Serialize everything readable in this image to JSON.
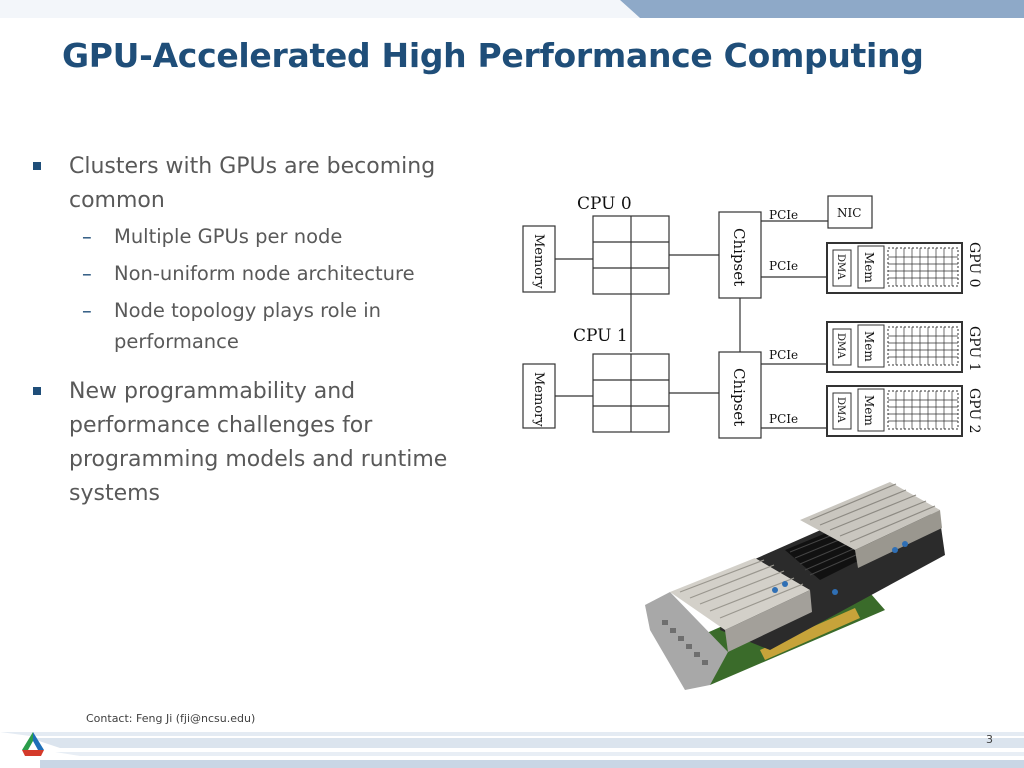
{
  "slide": {
    "title": "GPU-Accelerated High Performance Computing",
    "bullets": [
      {
        "text": "Clusters with GPUs are becoming common",
        "sub": [
          "Multiple GPUs per node",
          "Non-uniform node architecture",
          "Node topology plays role in performance"
        ]
      },
      {
        "text": "New programmability and performance challenges for programming models and runtime systems",
        "sub": []
      }
    ],
    "footer": {
      "contact": "Contact: Feng Ji (fji@ncsu.edu)",
      "page_number": "3"
    }
  },
  "diagram": {
    "cpu0": "CPU 0",
    "cpu1": "CPU 1",
    "memory": "Memory",
    "chipset": "Chipset",
    "pcie": "PCIe",
    "nic": "NIC",
    "dma": "DMA",
    "mem": "Mem",
    "gpu0": "GPU 0",
    "gpu1": "GPU 1",
    "gpu2": "GPU 2"
  },
  "colors": {
    "title": "#1f4e79",
    "accent_band": "#8ea9c8",
    "body_text": "#595959"
  }
}
